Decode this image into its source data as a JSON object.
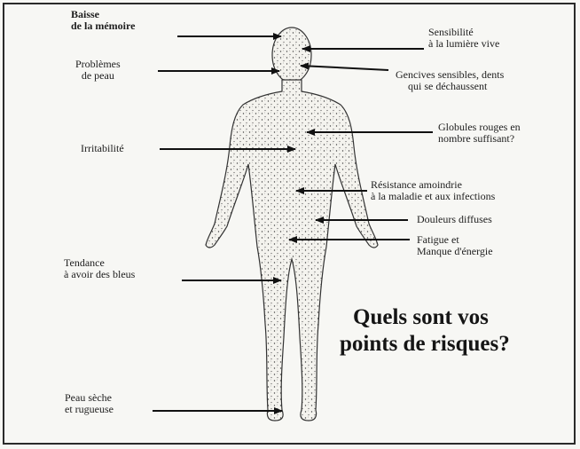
{
  "title": [
    "Quels sont vos",
    "points de risques?"
  ],
  "labels": {
    "memory": [
      "Baisse",
      "de la mémoire"
    ],
    "skin": [
      "Problèmes",
      "de peau"
    ],
    "irritability": [
      "Irritabilité"
    ],
    "bruises": [
      "Tendance",
      "à avoir des bleus"
    ],
    "dry_skin": [
      "Peau sèche",
      "et rugueuse"
    ],
    "light": [
      "Sensibilité",
      "à la lumière vive"
    ],
    "gums": [
      "Gencives sensibles, dents",
      "qui se déchaussent"
    ],
    "blood": [
      "Globules rouges en",
      "nombre suffisant?"
    ],
    "infection": [
      "Résistance amoindrie",
      "à la maladie et aux infections"
    ],
    "pain": [
      "Douleurs diffuses"
    ],
    "fatigue": [
      "Fatigue et",
      "Manque d'énergie"
    ]
  }
}
